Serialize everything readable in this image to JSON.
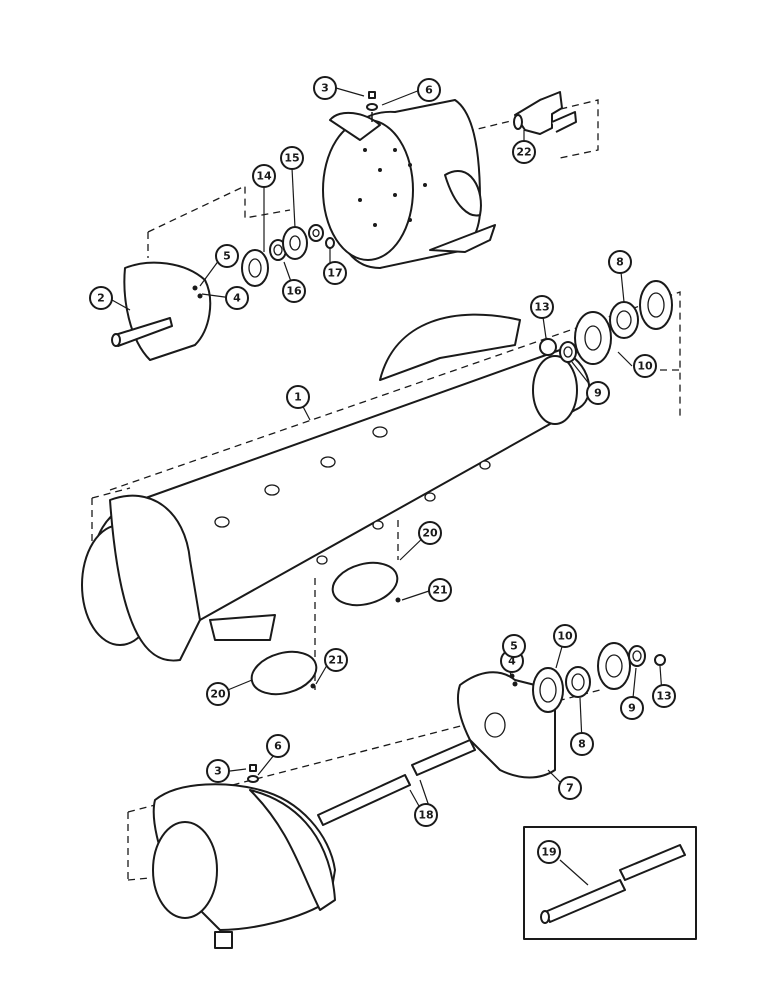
{
  "callouts": [
    {
      "id": "c1",
      "label": "1"
    },
    {
      "id": "c2",
      "label": "2"
    },
    {
      "id": "c3a",
      "label": "3"
    },
    {
      "id": "c3b",
      "label": "3"
    },
    {
      "id": "c4a",
      "label": "4"
    },
    {
      "id": "c4b",
      "label": "4"
    },
    {
      "id": "c5a",
      "label": "5"
    },
    {
      "id": "c5b",
      "label": "5"
    },
    {
      "id": "c6a",
      "label": "6"
    },
    {
      "id": "c6b",
      "label": "6"
    },
    {
      "id": "c7",
      "label": "7"
    },
    {
      "id": "c8a",
      "label": "8"
    },
    {
      "id": "c8b",
      "label": "8"
    },
    {
      "id": "c9a",
      "label": "9"
    },
    {
      "id": "c9b",
      "label": "9"
    },
    {
      "id": "c10a",
      "label": "10"
    },
    {
      "id": "c10b",
      "label": "10"
    },
    {
      "id": "c13a",
      "label": "13"
    },
    {
      "id": "c13b",
      "label": "13"
    },
    {
      "id": "c14",
      "label": "14"
    },
    {
      "id": "c15",
      "label": "15"
    },
    {
      "id": "c16",
      "label": "16"
    },
    {
      "id": "c17",
      "label": "17"
    },
    {
      "id": "c18",
      "label": "18"
    },
    {
      "id": "c19",
      "label": "19"
    },
    {
      "id": "c20a",
      "label": "20"
    },
    {
      "id": "c20b",
      "label": "20"
    },
    {
      "id": "c21a",
      "label": "21"
    },
    {
      "id": "c21b",
      "label": "21"
    },
    {
      "id": "c22",
      "label": "22"
    }
  ]
}
